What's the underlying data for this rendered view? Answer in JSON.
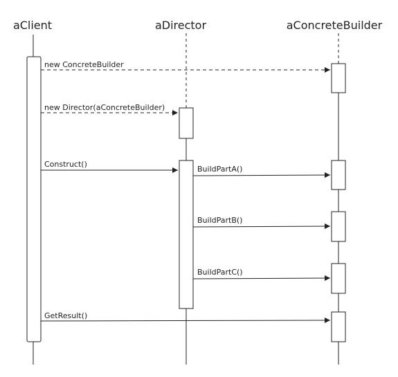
{
  "participants": [
    {
      "id": "client",
      "name": "aClient"
    },
    {
      "id": "director",
      "name": "aDirector"
    },
    {
      "id": "builder",
      "name": "aConcreteBuilder"
    }
  ],
  "messages": [
    {
      "id": "m1",
      "label": "new ConcreteBuilder",
      "from": "client",
      "to": "builder",
      "style": "dashed"
    },
    {
      "id": "m2",
      "label": "new Director(aConcreteBuilder)",
      "from": "client",
      "to": "director",
      "style": "dashed"
    },
    {
      "id": "m3",
      "label": "Construct()",
      "from": "client",
      "to": "director",
      "style": "solid"
    },
    {
      "id": "m4",
      "label": "BuildPartA()",
      "from": "director",
      "to": "builder",
      "style": "solid"
    },
    {
      "id": "m5",
      "label": "BuildPartB()",
      "from": "director",
      "to": "builder",
      "style": "solid"
    },
    {
      "id": "m6",
      "label": "BuildPartC()",
      "from": "director",
      "to": "builder",
      "style": "solid"
    },
    {
      "id": "m7",
      "label": "GetResult()",
      "from": "client",
      "to": "builder",
      "style": "solid"
    }
  ],
  "colors": {
    "line": "#222222",
    "activation_fill": "#ffffff"
  }
}
